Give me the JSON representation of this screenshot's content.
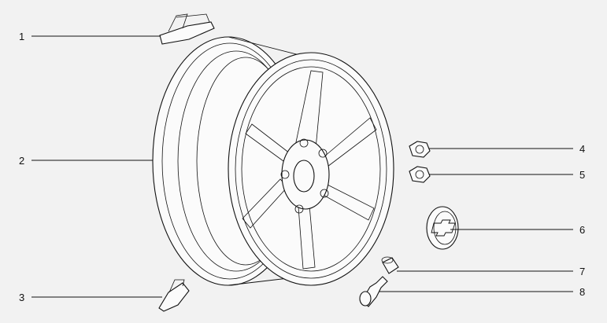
{
  "callouts": [
    {
      "label": "1",
      "part": "wheel-weight-top"
    },
    {
      "label": "2",
      "part": "wheel-rim"
    },
    {
      "label": "3",
      "part": "wheel-weight-bottom"
    },
    {
      "label": "4",
      "part": "wheel-nut-a"
    },
    {
      "label": "5",
      "part": "wheel-nut-b"
    },
    {
      "label": "6",
      "part": "center-cap"
    },
    {
      "label": "7",
      "part": "valve-cap"
    },
    {
      "label": "8",
      "part": "valve-stem"
    }
  ],
  "colors": {
    "line": "#111111",
    "background": "#f2f2f2",
    "watermark": "#d6d6d6"
  }
}
